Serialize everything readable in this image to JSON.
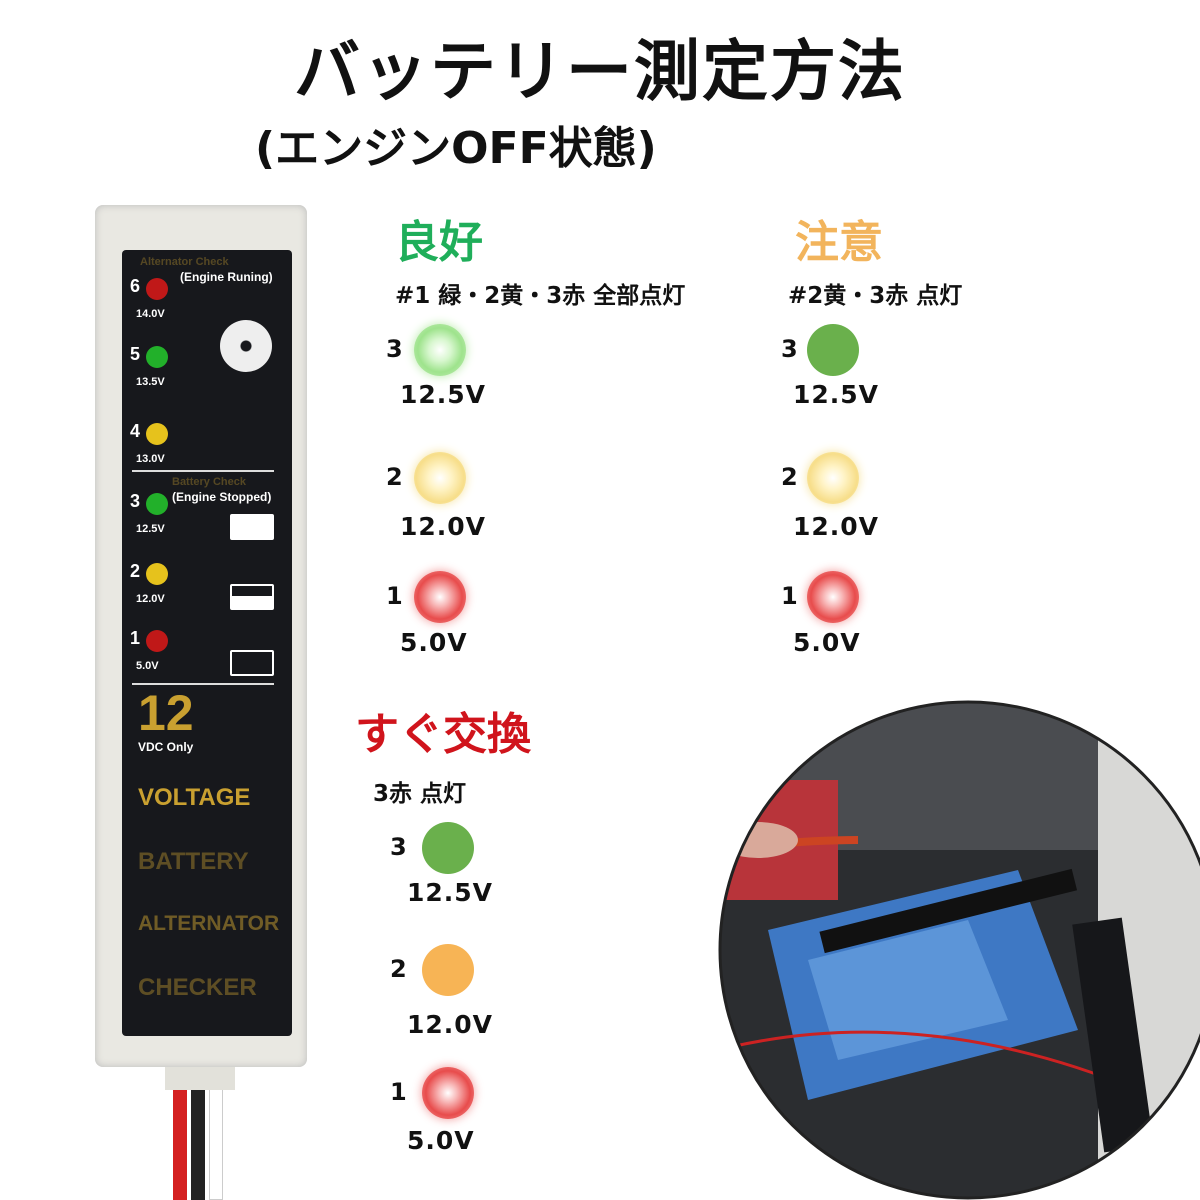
{
  "title": "バッテリー測定方法",
  "subtitle": "(エンジンOFF状態)",
  "colors": {
    "good": "#1fae5a",
    "caution": "#f2b45c",
    "replace": "#d0141c"
  },
  "device": {
    "alternator_header": "Alternator Check",
    "running": "(Engine Runing)",
    "battery_header": "Battery Check",
    "stopped": "(Engine Stopped)",
    "leds": [
      {
        "num": "6",
        "volt": "14.0V",
        "color": "red"
      },
      {
        "num": "5",
        "volt": "13.5V",
        "color": "green"
      },
      {
        "num": "4",
        "volt": "13.0V",
        "color": "yellow"
      },
      {
        "num": "3",
        "volt": "12.5V",
        "color": "green"
      },
      {
        "num": "2",
        "volt": "12.0V",
        "color": "yellow"
      },
      {
        "num": "1",
        "volt": "5.0V",
        "color": "red"
      }
    ],
    "big_num": "12",
    "vdc": "VDC Only",
    "words": [
      "VOLTAGE",
      "BATTERY",
      "ALTERNATOR",
      "CHECKER"
    ],
    "icons": [
      "alternator-icon",
      "battery-full-icon",
      "battery-half-icon",
      "battery-empty-icon"
    ]
  },
  "sections": [
    {
      "title": "良好",
      "desc": "#1 緑・2黄・3赤 全部点灯",
      "items": [
        {
          "num": "3",
          "volt": "12.5V",
          "state": "lit-green"
        },
        {
          "num": "2",
          "volt": "12.0V",
          "state": "lit-yellow"
        },
        {
          "num": "1",
          "volt": "5.0V",
          "state": "lit-red"
        }
      ]
    },
    {
      "title": "注意",
      "desc": "#2黄・3赤 点灯",
      "items": [
        {
          "num": "3",
          "volt": "12.5V",
          "state": "off-green"
        },
        {
          "num": "2",
          "volt": "12.0V",
          "state": "lit-yellow"
        },
        {
          "num": "1",
          "volt": "5.0V",
          "state": "lit-red"
        }
      ]
    },
    {
      "title": "すぐ交換",
      "desc": "3赤 点灯",
      "items": [
        {
          "num": "3",
          "volt": "12.5V",
          "state": "off-green"
        },
        {
          "num": "2",
          "volt": "12.0V",
          "state": "off-orange"
        },
        {
          "num": "1",
          "volt": "5.0V",
          "state": "lit-red"
        }
      ]
    }
  ]
}
